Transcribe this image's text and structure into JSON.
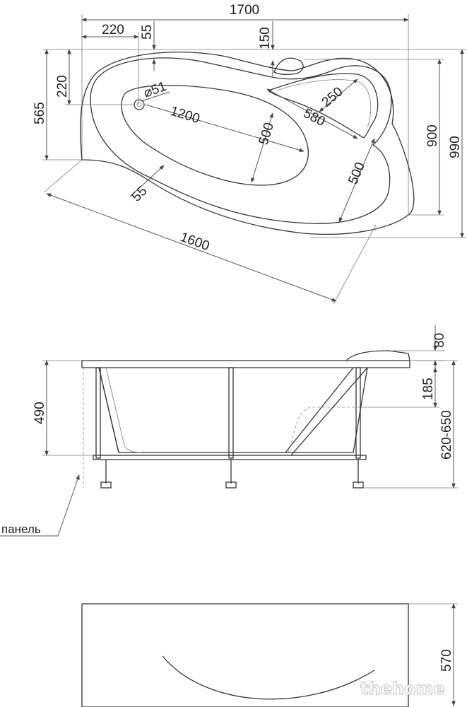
{
  "top_view": {
    "dimensions": {
      "overall_length": "1700",
      "left_offset": "220",
      "rim_55_top": "55",
      "rim_150": "150",
      "left_220": "220",
      "left_565": "565",
      "right_900": "900",
      "right_990": "990",
      "drain_diameter": "⌀51",
      "inner_length": "1200",
      "inner_width": "500",
      "seat_580": "580",
      "seat_250": "250",
      "front_500": "500",
      "rim_55_bottom": "55",
      "diagonal_1600": "1600"
    }
  },
  "side_view": {
    "dimensions": {
      "depth_490": "490",
      "rim_80": "80",
      "rim_185": "185",
      "height_range": "620-650"
    },
    "panel_label": "панель"
  },
  "front_view": {
    "dimensions": {
      "panel_height": "570"
    }
  },
  "watermark": "thehome"
}
